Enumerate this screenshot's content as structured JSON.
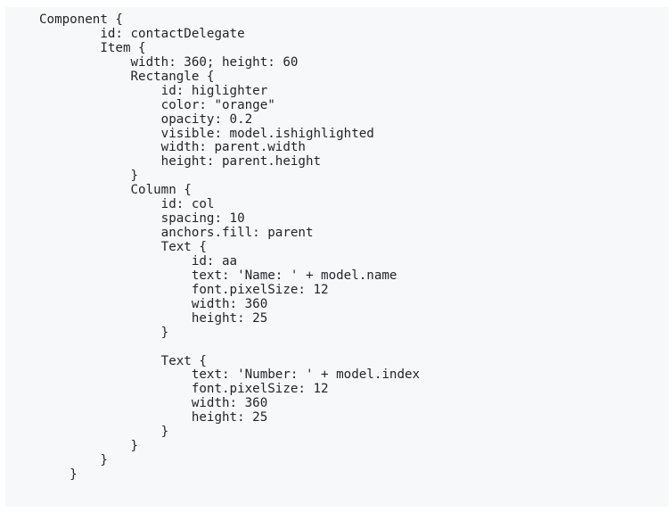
{
  "code_block": {
    "language": "qml",
    "lines": [
      "Component {",
      "        id: contactDelegate",
      "        Item {",
      "            width: 360; height: 60",
      "            Rectangle {",
      "                id: higlighter",
      "                color: \"orange\"",
      "                opacity: 0.2",
      "                visible: model.ishighlighted",
      "                width: parent.width",
      "                height: parent.height",
      "            }",
      "            Column {",
      "                id: col",
      "                spacing: 10",
      "                anchors.fill: parent",
      "                Text {",
      "                    id: aa",
      "                    text: 'Name: ' + model.name",
      "                    font.pixelSize: 12",
      "                    width: 360",
      "                    height: 25",
      "                }",
      "",
      "                Text {",
      "                    text: 'Number: ' + model.index",
      "                    font.pixelSize: 12",
      "                    width: 360",
      "                    height: 25",
      "                }",
      "            }",
      "        }",
      "    }"
    ]
  },
  "colors": {
    "page_background": "#ffffff",
    "code_background": "#f6f8fa",
    "code_text": "#1f2328"
  }
}
